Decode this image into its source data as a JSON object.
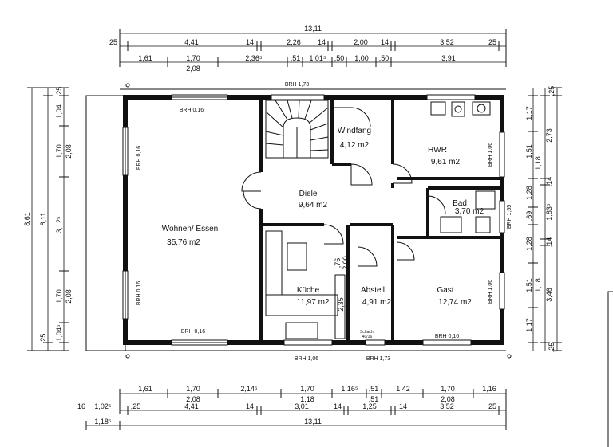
{
  "dims": {
    "top1": [
      "13,11"
    ],
    "top2": [
      "25",
      "4,41",
      "14",
      "2,26",
      "14",
      "2,00",
      "14",
      "3,52",
      "25"
    ],
    "top3": [
      "1,61",
      "1,70",
      "2,36⁵",
      ",51",
      "1,01⁵",
      ",50",
      "1,00",
      ",50",
      "3,91"
    ],
    "top3b": [
      "2,08"
    ],
    "left_outer": [
      "8,61"
    ],
    "left_mid": [
      "8,11"
    ],
    "left_inner": [
      ",25",
      "1,04",
      "1,70",
      "2,08",
      "3,12⁵",
      "1,70",
      "2,08",
      "1,04⁵",
      ",25"
    ],
    "right_inner": [
      "1,17",
      "1,51",
      "1,18",
      "1,28",
      ",69",
      "1,28",
      "1,51",
      "1,18",
      "1,17"
    ],
    "right_mid": [
      "2,73",
      ",14",
      "1,83⁵",
      ",14",
      "3,46"
    ],
    "right_outer": [
      ",25",
      ",25"
    ],
    "bot1": [
      "1,61",
      "1,70",
      "2,14⁵",
      "1,70",
      "1,16⁵",
      ",51",
      "1,42",
      "1,70",
      "1,16"
    ],
    "bot2": [
      "2,08",
      "1,18",
      ",51",
      "2,08"
    ],
    "bot3": [
      "16",
      "1,02⁵",
      ",25",
      "4,41",
      "14",
      "3,01",
      "14",
      "1,25",
      "14",
      "3,52",
      "25"
    ],
    "bot4": [
      "1,18⁵",
      "13,11"
    ]
  },
  "rooms": [
    {
      "name": "Wohnen/ Essen",
      "area": "35,76 m2"
    },
    {
      "name": "Diele",
      "area": "9,64 m2"
    },
    {
      "name": "Windfang",
      "area": "4,12 m2"
    },
    {
      "name": "HWR",
      "area": "9,61 m2"
    },
    {
      "name": "Bad",
      "area": "3,70 m2"
    },
    {
      "name": "Küche",
      "area": "11,97 m2"
    },
    {
      "name": "Abstell",
      "area": "4,91 m2"
    },
    {
      "name": "Gast",
      "area": "12,74 m2"
    }
  ],
  "brh": {
    "top": "BRH 1,73",
    "wohnen_top": "BRH 0,16",
    "wohnen_left_top": "BRH 0,16",
    "wohnen_left_bot": "BRH 0,16",
    "wohnen_bot": "BRH 0,16",
    "hwr": "BRH 1,06",
    "bad": "BRH 1,55",
    "gast_right": "BRH 1,06",
    "gast_bot": "BRH 0,16",
    "bot_left": "BRH 1,06",
    "bot_right": "BRH 1,73"
  },
  "misc": {
    "kueche_v": "2,35",
    "door_a": ",76",
    "door_b": "2,00",
    "schacht": "Schacht",
    "schacht2": "40/16"
  }
}
